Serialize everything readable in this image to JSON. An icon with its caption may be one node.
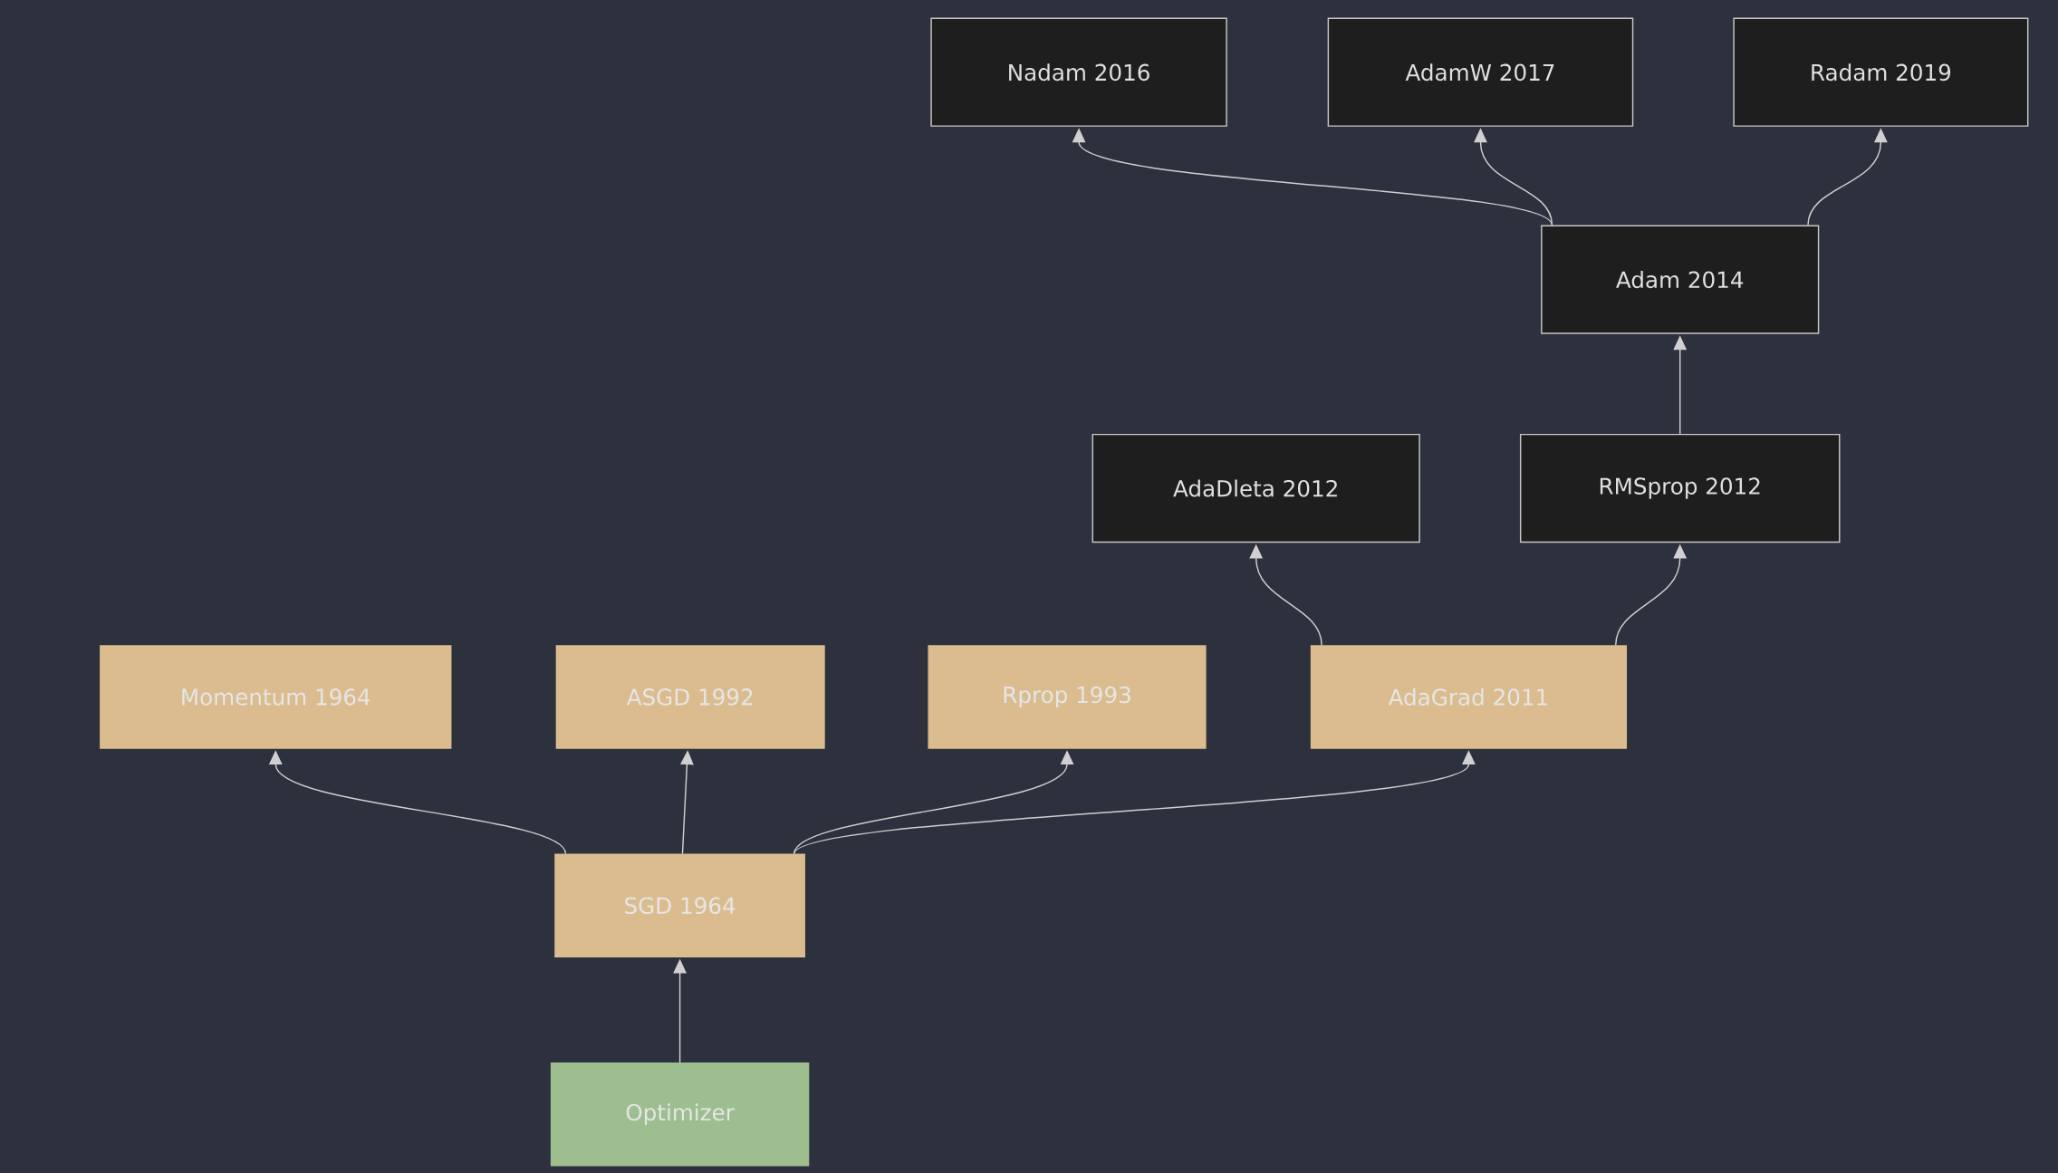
{
  "diagram": {
    "nodes": [
      {
        "text": [
          "Optimizer"
        ]
      },
      {
        "text": [
          "SGD 1964"
        ]
      },
      {
        "text": [
          "Momentum 1964"
        ]
      },
      {
        "text": [
          "ASGD 1992"
        ]
      },
      {
        "text": [
          "Rprop 1993"
        ]
      },
      {
        "text": [
          "AdaGrad 2011"
        ]
      },
      {
        "text": [
          "AdaDleta 2012"
        ]
      },
      {
        "text": [
          "RMSprop 2012"
        ]
      },
      {
        "text": [
          "Adam 2014"
        ]
      },
      {
        "text": [
          "Nadam 2016"
        ]
      },
      {
        "text": [
          "AdamW 2017"
        ]
      },
      {
        "text": [
          "Radam 2019"
        ]
      }
    ],
    "edges": [
      {
        "from": 0,
        "to": 1,
        "arrow": "to"
      },
      {
        "from": 1,
        "to": 2,
        "arrow": "to"
      },
      {
        "from": 1,
        "to": 3,
        "arrow": "to"
      },
      {
        "from": 1,
        "to": 4,
        "arrow": "to"
      },
      {
        "from": 1,
        "to": 5,
        "arrow": "to"
      },
      {
        "from": 5,
        "to": 6,
        "arrow": "to"
      },
      {
        "from": 5,
        "to": 7,
        "arrow": "to"
      },
      {
        "from": 7,
        "to": 8,
        "arrow": "to"
      },
      {
        "from": 8,
        "to": 9,
        "arrow": "to"
      },
      {
        "from": 8,
        "to": 10,
        "arrow": "to"
      },
      {
        "from": 8,
        "to": 11,
        "arrow": "to"
      }
    ]
  }
}
